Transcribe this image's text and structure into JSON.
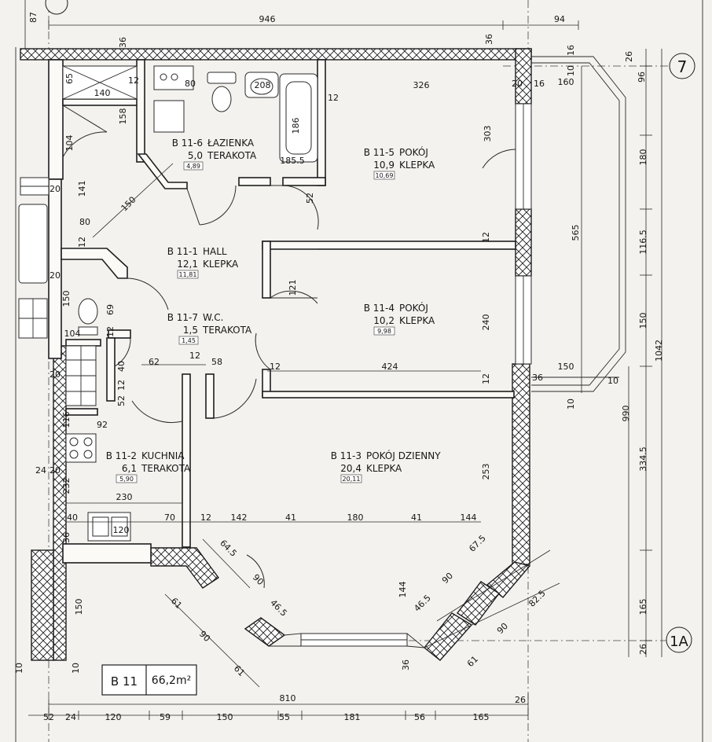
{
  "unit": {
    "code": "B 11",
    "area": "66,2m²"
  },
  "axes": {
    "top": "7",
    "bottom": "1A"
  },
  "rooms": [
    {
      "id": "b11-6",
      "code": "B 11-6",
      "name": "ŁAZIENKA",
      "area": "5,0",
      "floor": "TERAKOTA",
      "box": "4,89"
    },
    {
      "id": "b11-5",
      "code": "B 11-5",
      "name": "POKÓJ",
      "area": "10,9",
      "floor": "KLEPKA",
      "box": "10,69"
    },
    {
      "id": "b11-1",
      "code": "B 11-1",
      "name": "HALL",
      "area": "12,1",
      "floor": "KLEPKA",
      "box": "11,81"
    },
    {
      "id": "b11-4",
      "code": "B 11-4",
      "name": "POKÓJ",
      "area": "10,2",
      "floor": "KLEPKA",
      "box": "9,98"
    },
    {
      "id": "b11-7",
      "code": "B 11-7",
      "name": "W.C.",
      "area": "1,5",
      "floor": "TERAKOTA",
      "box": "1,45"
    },
    {
      "id": "b11-2",
      "code": "B 11-2",
      "name": "KUCHNIA",
      "area": "6,1",
      "floor": "TERAKOTA",
      "box": "5,90"
    },
    {
      "id": "b11-3",
      "code": "B 11-3",
      "name": "POKÓJ DZIENNY",
      "area": "20,4",
      "floor": "KLEPKA",
      "box": "20,11"
    }
  ],
  "dims": {
    "d946": "946",
    "d94": "94",
    "d36a": "36",
    "d36b": "36",
    "d87": "87",
    "d26a": "26",
    "d16a": "16",
    "d10a": "10",
    "d96": "96",
    "d65": "65",
    "d140": "140",
    "d158": "158",
    "d12a": "12",
    "d80a": "80",
    "d208": "208",
    "d186": "186",
    "d12b": "12",
    "d326": "326",
    "d20a": "20",
    "d16b": "16",
    "d160": "160",
    "d303": "303",
    "d1855": "185.5",
    "d52a": "52",
    "d104": "104",
    "d141": "141",
    "d150a": "150",
    "d80b": "80",
    "d12c": "12",
    "d20b": "20",
    "d20c": "20",
    "d180": "180",
    "d565": "565",
    "d1165": "116.5",
    "d1042": "1042",
    "d150b": "150",
    "d990": "990",
    "d3345": "334.5",
    "d165a": "165",
    "d26b": "26",
    "d12d": "12",
    "d121": "121",
    "d240": "240",
    "d150c": "150",
    "d69": "69",
    "d104b": "104",
    "d12e": "12",
    "d62": "62",
    "d12f": "12",
    "d58": "58",
    "d12g": "12",
    "d424": "424",
    "d150d": "150",
    "d36c": "36",
    "d10b": "10",
    "d10c": "10",
    "d12h": "12",
    "d40a": "40",
    "d20d": "20",
    "d52b": "52",
    "d12i": "12",
    "d116": "116",
    "d92": "92",
    "d2420": "24",
    "d20e": "20",
    "d232": "232",
    "d230": "230",
    "d253": "253",
    "d40b": "40",
    "d70": "70",
    "d12j": "12",
    "d142": "142",
    "d41a": "41",
    "d180b": "180",
    "d41b": "41",
    "d144a": "144",
    "d36d": "36",
    "d120": "120",
    "d645": "64.5",
    "d90a": "90",
    "d465a": "46.5",
    "d61a": "61",
    "d90b": "90",
    "d61b": "61",
    "d150e": "150",
    "d144b": "144",
    "d465b": "46.5",
    "d90c": "90",
    "d675": "67.5",
    "d825": "82.5",
    "d90d": "90",
    "d61c": "61",
    "d36e": "36",
    "d10d": "10",
    "d10e": "10",
    "d810": "810",
    "d26c": "26",
    "b52": "52",
    "b24": "24",
    "b120": "120",
    "b59": "59",
    "b150": "150",
    "b55": "55",
    "b181": "181",
    "b56": "56",
    "b165": "165"
  }
}
